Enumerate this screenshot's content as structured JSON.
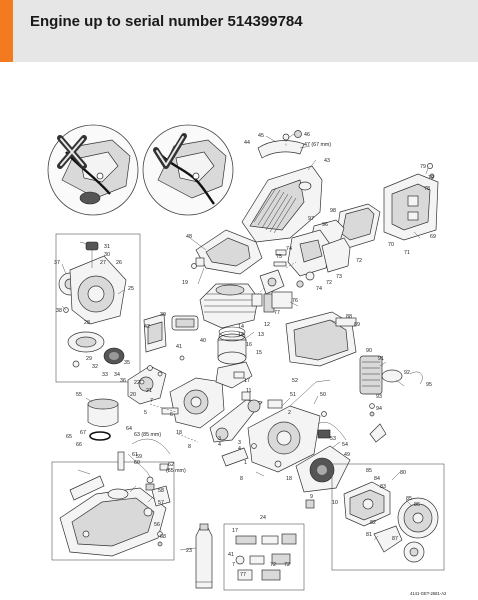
{
  "header": {
    "title": "Engine up to serial number 514399784",
    "accent_color": "#f37a1f",
    "background_color": "#e6e6e6"
  },
  "diagram": {
    "labels": {
      "p1": "1",
      "p2": "2",
      "p3": "3",
      "p4": "4",
      "p5": "5",
      "p6": "6",
      "p7": "7",
      "p8": "8",
      "p9": "9",
      "p10": "10",
      "p11": "11",
      "p12": "12",
      "p13": "13",
      "p14a": "14",
      "p14b": "14",
      "p15": "15",
      "p16": "16",
      "p17": "17",
      "p18": "18",
      "p19": "19",
      "p20": "20",
      "p21": "21",
      "p22": "22",
      "p23": "23",
      "p24": "24",
      "p25": "25",
      "p26": "26",
      "p27": "27",
      "p28": "28",
      "p29": "29",
      "p30": "30",
      "p31": "31",
      "p32": "32",
      "p33": "33",
      "p34": "34",
      "p35": "35",
      "p36": "36",
      "p37": "37",
      "p38": "38",
      "p39": "39",
      "p40": "40",
      "p41": "41",
      "p42": "42",
      "p43": "43",
      "p44": "44",
      "p45": "45",
      "p46": "46",
      "p47": "47 (67 mm)",
      "p48": "48",
      "p49": "49",
      "p50": "50",
      "p51": "51",
      "p52": "52",
      "p53": "53",
      "p54": "54",
      "p55": "55",
      "p56": "56",
      "p57": "57",
      "p58": "58",
      "p59": "59",
      "p60": "60",
      "p61": "61",
      "p62": "62",
      "p62b": "(85 mm)",
      "p63": "63 (85 mm)",
      "p64": "64",
      "p65": "65",
      "p66": "66",
      "p67": "67",
      "p68": "68",
      "p69": "69",
      "p70": "70",
      "p71": "71",
      "p72a": "72",
      "p72b": "72",
      "p73": "73",
      "p74a": "74",
      "p74b": "74",
      "p75": "75",
      "p76": "76",
      "p77": "77",
      "p78": "78",
      "p79a": "79",
      "p79b": "79",
      "p80": "80",
      "p81": "81",
      "p82": "82",
      "p83": "83",
      "p84": "84",
      "p85a": "85",
      "p85b": "85",
      "p86": "86",
      "p87": "87",
      "p88": "88",
      "p89": "89",
      "p90": "90",
      "p91": "91",
      "p92": "92",
      "p93": "93",
      "p94": "94",
      "p95": "95",
      "p96": "96",
      "p97": "97",
      "p98": "98",
      "i17": "17",
      "i24": "24",
      "i41": "41",
      "i7a": "7",
      "i72a": "72",
      "i72b": "72",
      "i77": "77"
    },
    "figure_code": "4141-GET-2681-A2"
  }
}
